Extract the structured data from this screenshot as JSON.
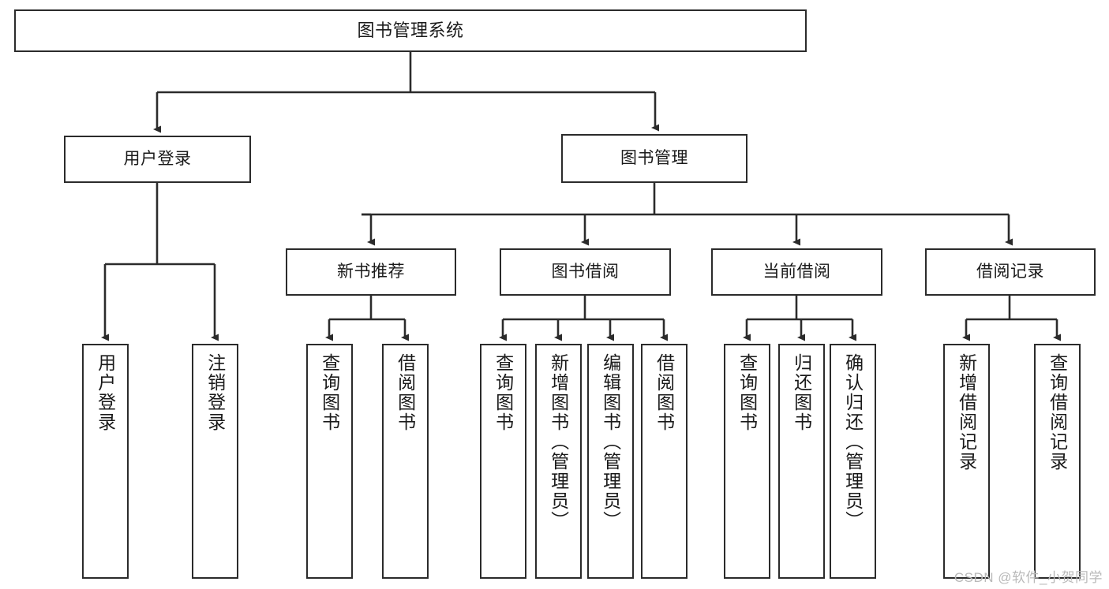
{
  "diagram": {
    "title": "图书管理系统",
    "type": "tree-hierarchy-chart",
    "accent_color": "#2b2b2b",
    "background_color": "#ffffff",
    "nodes": {
      "root": {
        "label": "图书管理系统"
      },
      "level1": [
        {
          "label": "用户登录"
        },
        {
          "label": "图书管理"
        }
      ],
      "level2": [
        {
          "label": "新书推荐"
        },
        {
          "label": "图书借阅"
        },
        {
          "label": "当前借阅"
        },
        {
          "label": "借阅记录"
        }
      ],
      "leaves": {
        "user_login": [
          {
            "label": "用户登录"
          },
          {
            "label": "注销登录"
          }
        ],
        "new_book_recommend": [
          {
            "label": "查询图书"
          },
          {
            "label": "借阅图书"
          }
        ],
        "book_borrow": [
          {
            "label": "查询图书"
          },
          {
            "label": "新增图书（管理员）"
          },
          {
            "label": "编辑图书（管理员）"
          },
          {
            "label": "借阅图书"
          }
        ],
        "current_borrow": [
          {
            "label": "查询图书"
          },
          {
            "label": "归还图书"
          },
          {
            "label": "确认归还（管理员）"
          }
        ],
        "borrow_record": [
          {
            "label": "新增借阅记录"
          },
          {
            "label": "查询借阅记录"
          }
        ]
      }
    },
    "watermark": "CSDN @软件_小贺同学"
  }
}
